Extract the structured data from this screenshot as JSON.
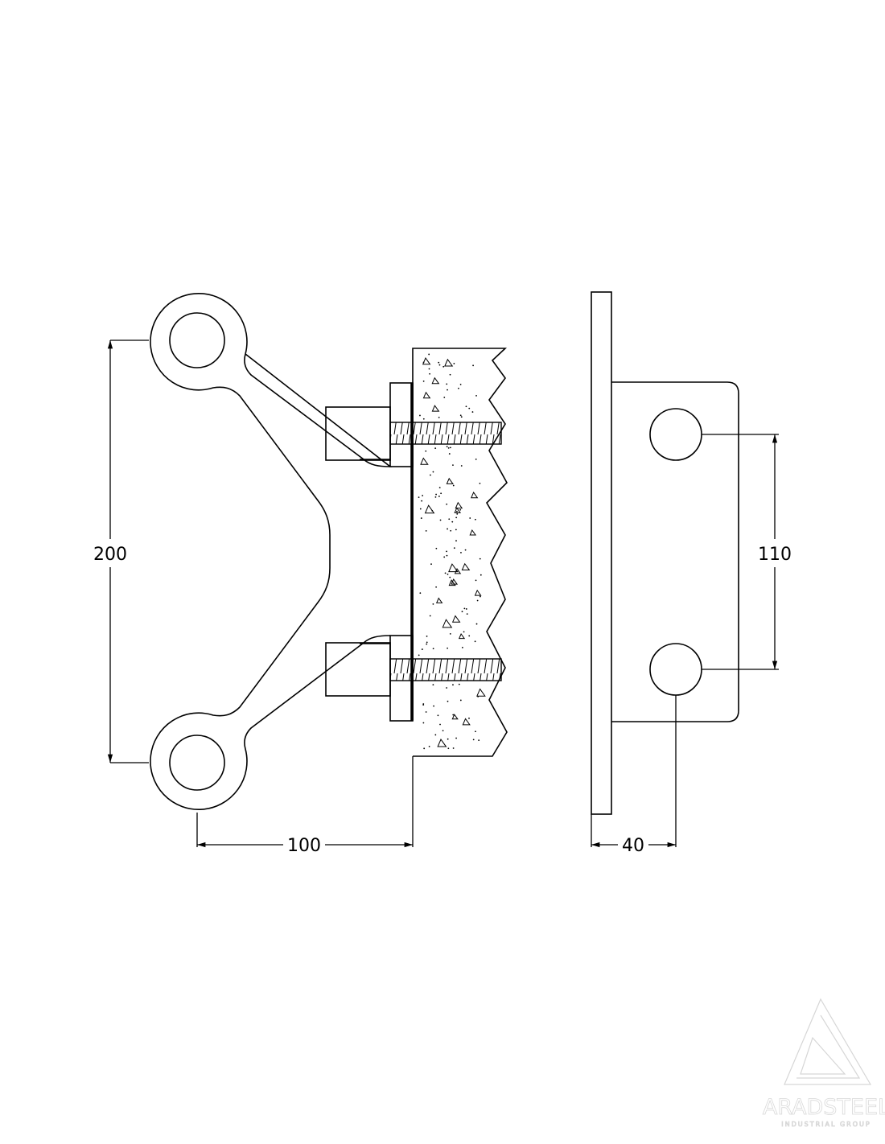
{
  "drawing": {
    "dimensions": {
      "height_overall": "200",
      "projection": "100",
      "hole_spacing": "110",
      "plate_offset": "40"
    }
  },
  "watermark": {
    "brand": "ARADSTEEL",
    "tagline": "INDUSTRIAL GROUP"
  }
}
